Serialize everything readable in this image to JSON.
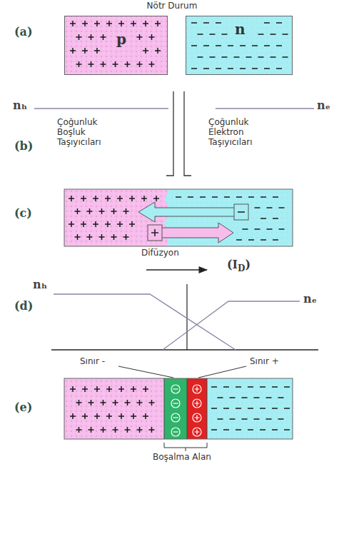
{
  "diagram": {
    "title": "Nötr Durum",
    "nodes": [
      {
        "text": [
          "p"
        ]
      },
      {
        "text": [
          "n"
        ]
      }
    ],
    "labels": [
      "(a)",
      "(b)",
      "nₕ",
      "Çoğunluk Boşluk Taşıyıcıları",
      "nₑ",
      "Çoğunluk Elektron Taşıyıcıları",
      "(c)",
      "Difüzyon",
      "(I",
      "D",
      ")",
      "(d)",
      "nₕ",
      "nₑ",
      "(e)",
      "Sınır -",
      "Sınır +",
      "Boşalma Alan"
    ]
  }
}
